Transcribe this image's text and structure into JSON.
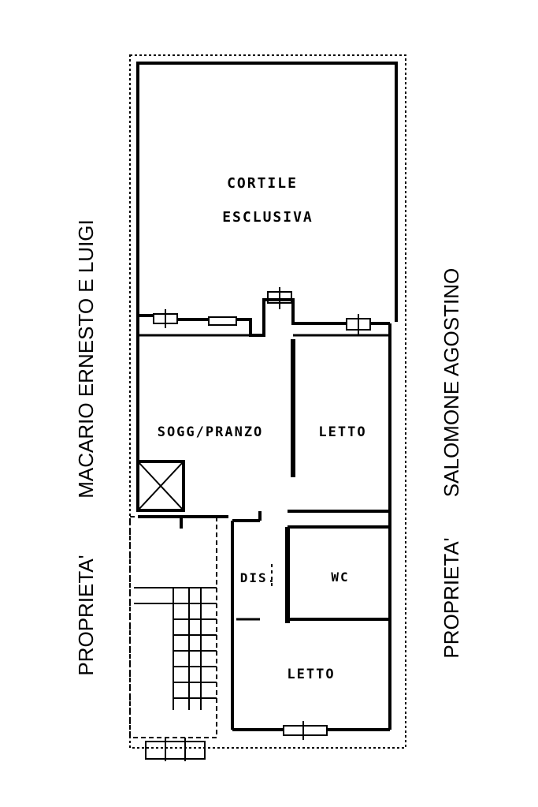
{
  "rooms": {
    "cortile_line1": "CORTILE",
    "cortile_line2": "ESCLUSIVA",
    "soggiorno": "SOGG/PRANZO",
    "letto_top": "LETTO",
    "dis": "DIS.",
    "wc": "WC",
    "letto_bottom": "LETTO"
  },
  "neighbours": {
    "left_owner": "MACARIO ERNESTO E LUIGI",
    "left_prefix": "PROPRIETA'",
    "right_owner": "SALOMONE  AGOSTINO",
    "right_prefix": "PROPRIETA'"
  },
  "colors": {
    "ink": "#000000",
    "paper": "#ffffff"
  }
}
